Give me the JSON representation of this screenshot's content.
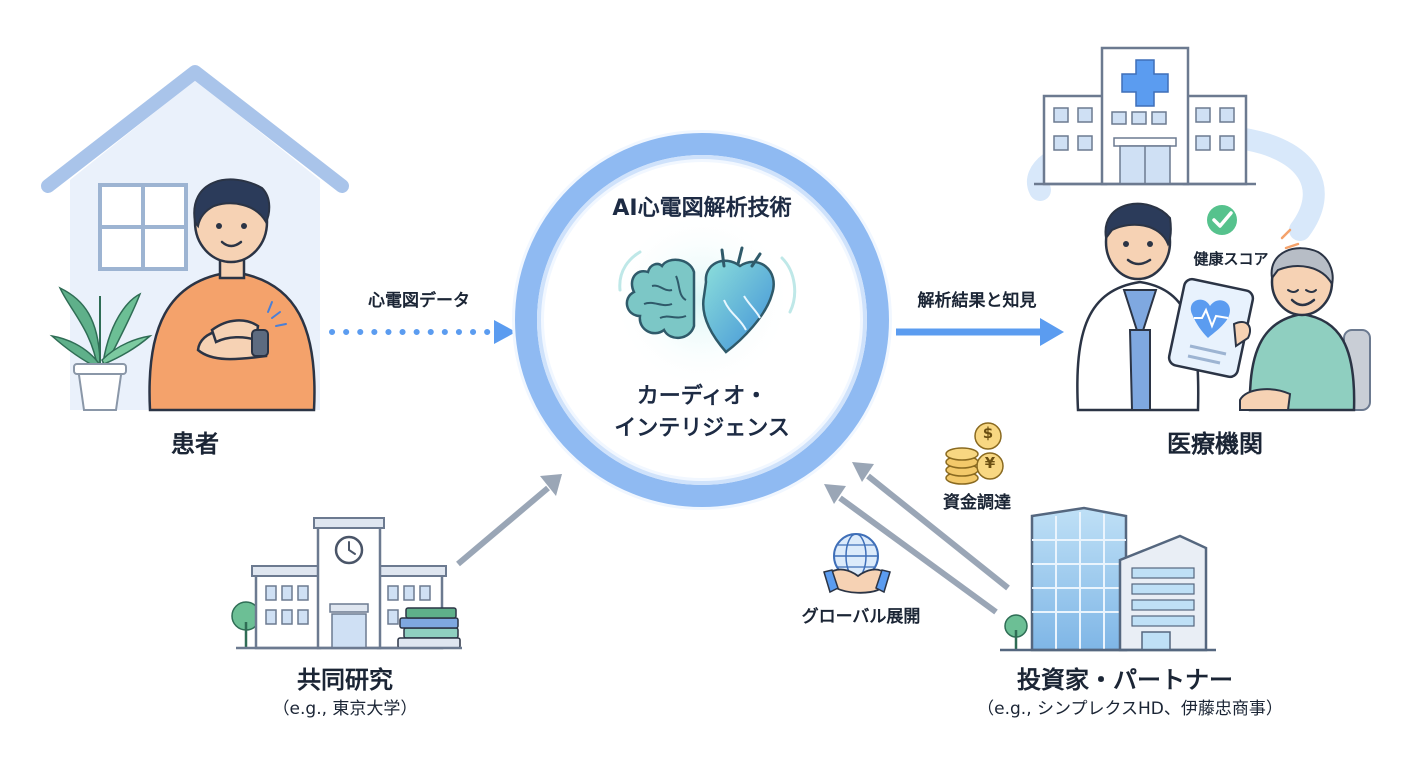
{
  "hub": {
    "title": "AI心電図解析技術",
    "name_line1": "カーディオ・",
    "name_line2": "インテリジェンス"
  },
  "patient": {
    "label": "患者"
  },
  "hospital": {
    "label": "医療機関",
    "score_label": "健康スコア"
  },
  "research": {
    "label": "共同研究",
    "example": "（e.g., 東京大学）"
  },
  "investor": {
    "label": "投資家・パートナー",
    "example": "（e.g., シンプレクスHD、伊藤忠商事）"
  },
  "flows": {
    "ecg_data": "心電図データ",
    "results": "解析結果と知見",
    "funding": "資金調達",
    "global": "グローバル展開"
  },
  "icons": {
    "dollar": "$",
    "yen": "¥"
  },
  "colors": {
    "accent_blue": "#5b9cf0",
    "ring_blue": "#8fbaf2",
    "arrow_gray": "#9aa6b6",
    "skin": "#f6d2b4",
    "shirt_orange": "#f4a26b",
    "plant_green": "#5fb08a"
  }
}
